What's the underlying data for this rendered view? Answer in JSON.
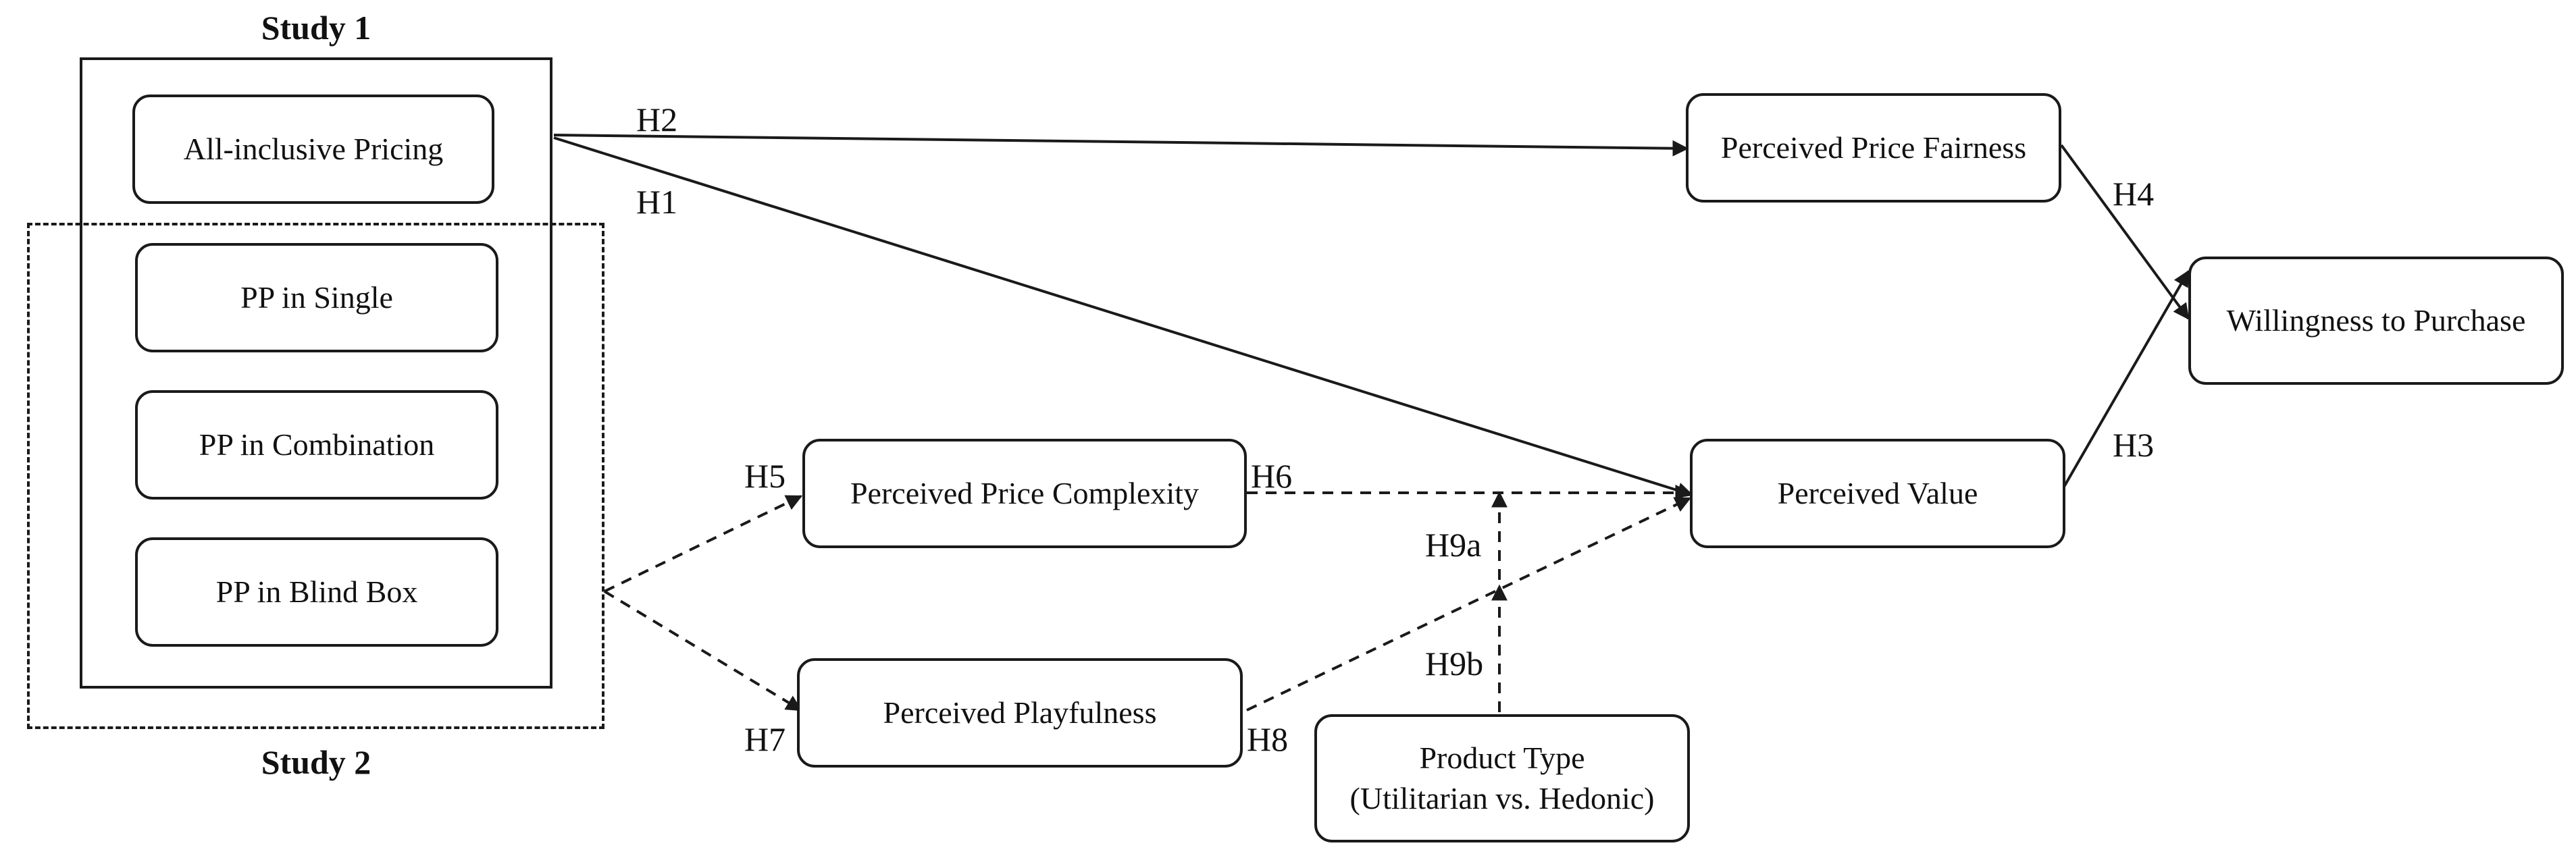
{
  "studies": {
    "study1": "Study 1",
    "study2": "Study 2"
  },
  "pricing_conditions": {
    "all_inclusive": "All-inclusive Pricing",
    "pp_single": "PP in Single",
    "pp_combination": "PP in Combination",
    "pp_blind_box": "PP in Blind Box"
  },
  "mediators": {
    "price_complexity": "Perceived Price Complexity",
    "playfulness": "Perceived Playfulness",
    "price_fairness": "Perceived Price Fairness",
    "value": "Perceived Value"
  },
  "outcome": "Willingness to Purchase",
  "moderator": {
    "line1": "Product Type",
    "line2": "(Utilitarian vs. Hedonic)"
  },
  "hypotheses": {
    "h1": "H1",
    "h2": "H2",
    "h3": "H3",
    "h4": "H4",
    "h5": "H5",
    "h6": "H6",
    "h7": "H7",
    "h8": "H8",
    "h9a": "H9a",
    "h9b": "H9b"
  },
  "edges": [
    {
      "from": "All-inclusive Pricing",
      "to": "Perceived Price Fairness",
      "label": "H2",
      "style": "solid"
    },
    {
      "from": "All-inclusive Pricing",
      "to": "Perceived Value",
      "label": "H1",
      "style": "solid"
    },
    {
      "from": "Perceived Price Fairness",
      "to": "Willingness to Purchase",
      "label": "H4",
      "style": "solid"
    },
    {
      "from": "Perceived Value",
      "to": "Willingness to Purchase",
      "label": "H3",
      "style": "solid"
    },
    {
      "from": "Study 2",
      "to": "Perceived Price Complexity",
      "label": "H5",
      "style": "dashed"
    },
    {
      "from": "Study 2",
      "to": "Perceived Playfulness",
      "label": "H7",
      "style": "dashed"
    },
    {
      "from": "Perceived Price Complexity",
      "to": "Perceived Value",
      "label": "H6",
      "style": "dashed"
    },
    {
      "from": "Perceived Playfulness",
      "to": "Perceived Value",
      "label": "H8",
      "style": "dashed"
    },
    {
      "from": "Product Type",
      "to": "H6 path",
      "label": "H9a",
      "style": "dashed"
    },
    {
      "from": "Product Type",
      "to": "H8 path",
      "label": "H9b",
      "style": "dashed"
    }
  ]
}
